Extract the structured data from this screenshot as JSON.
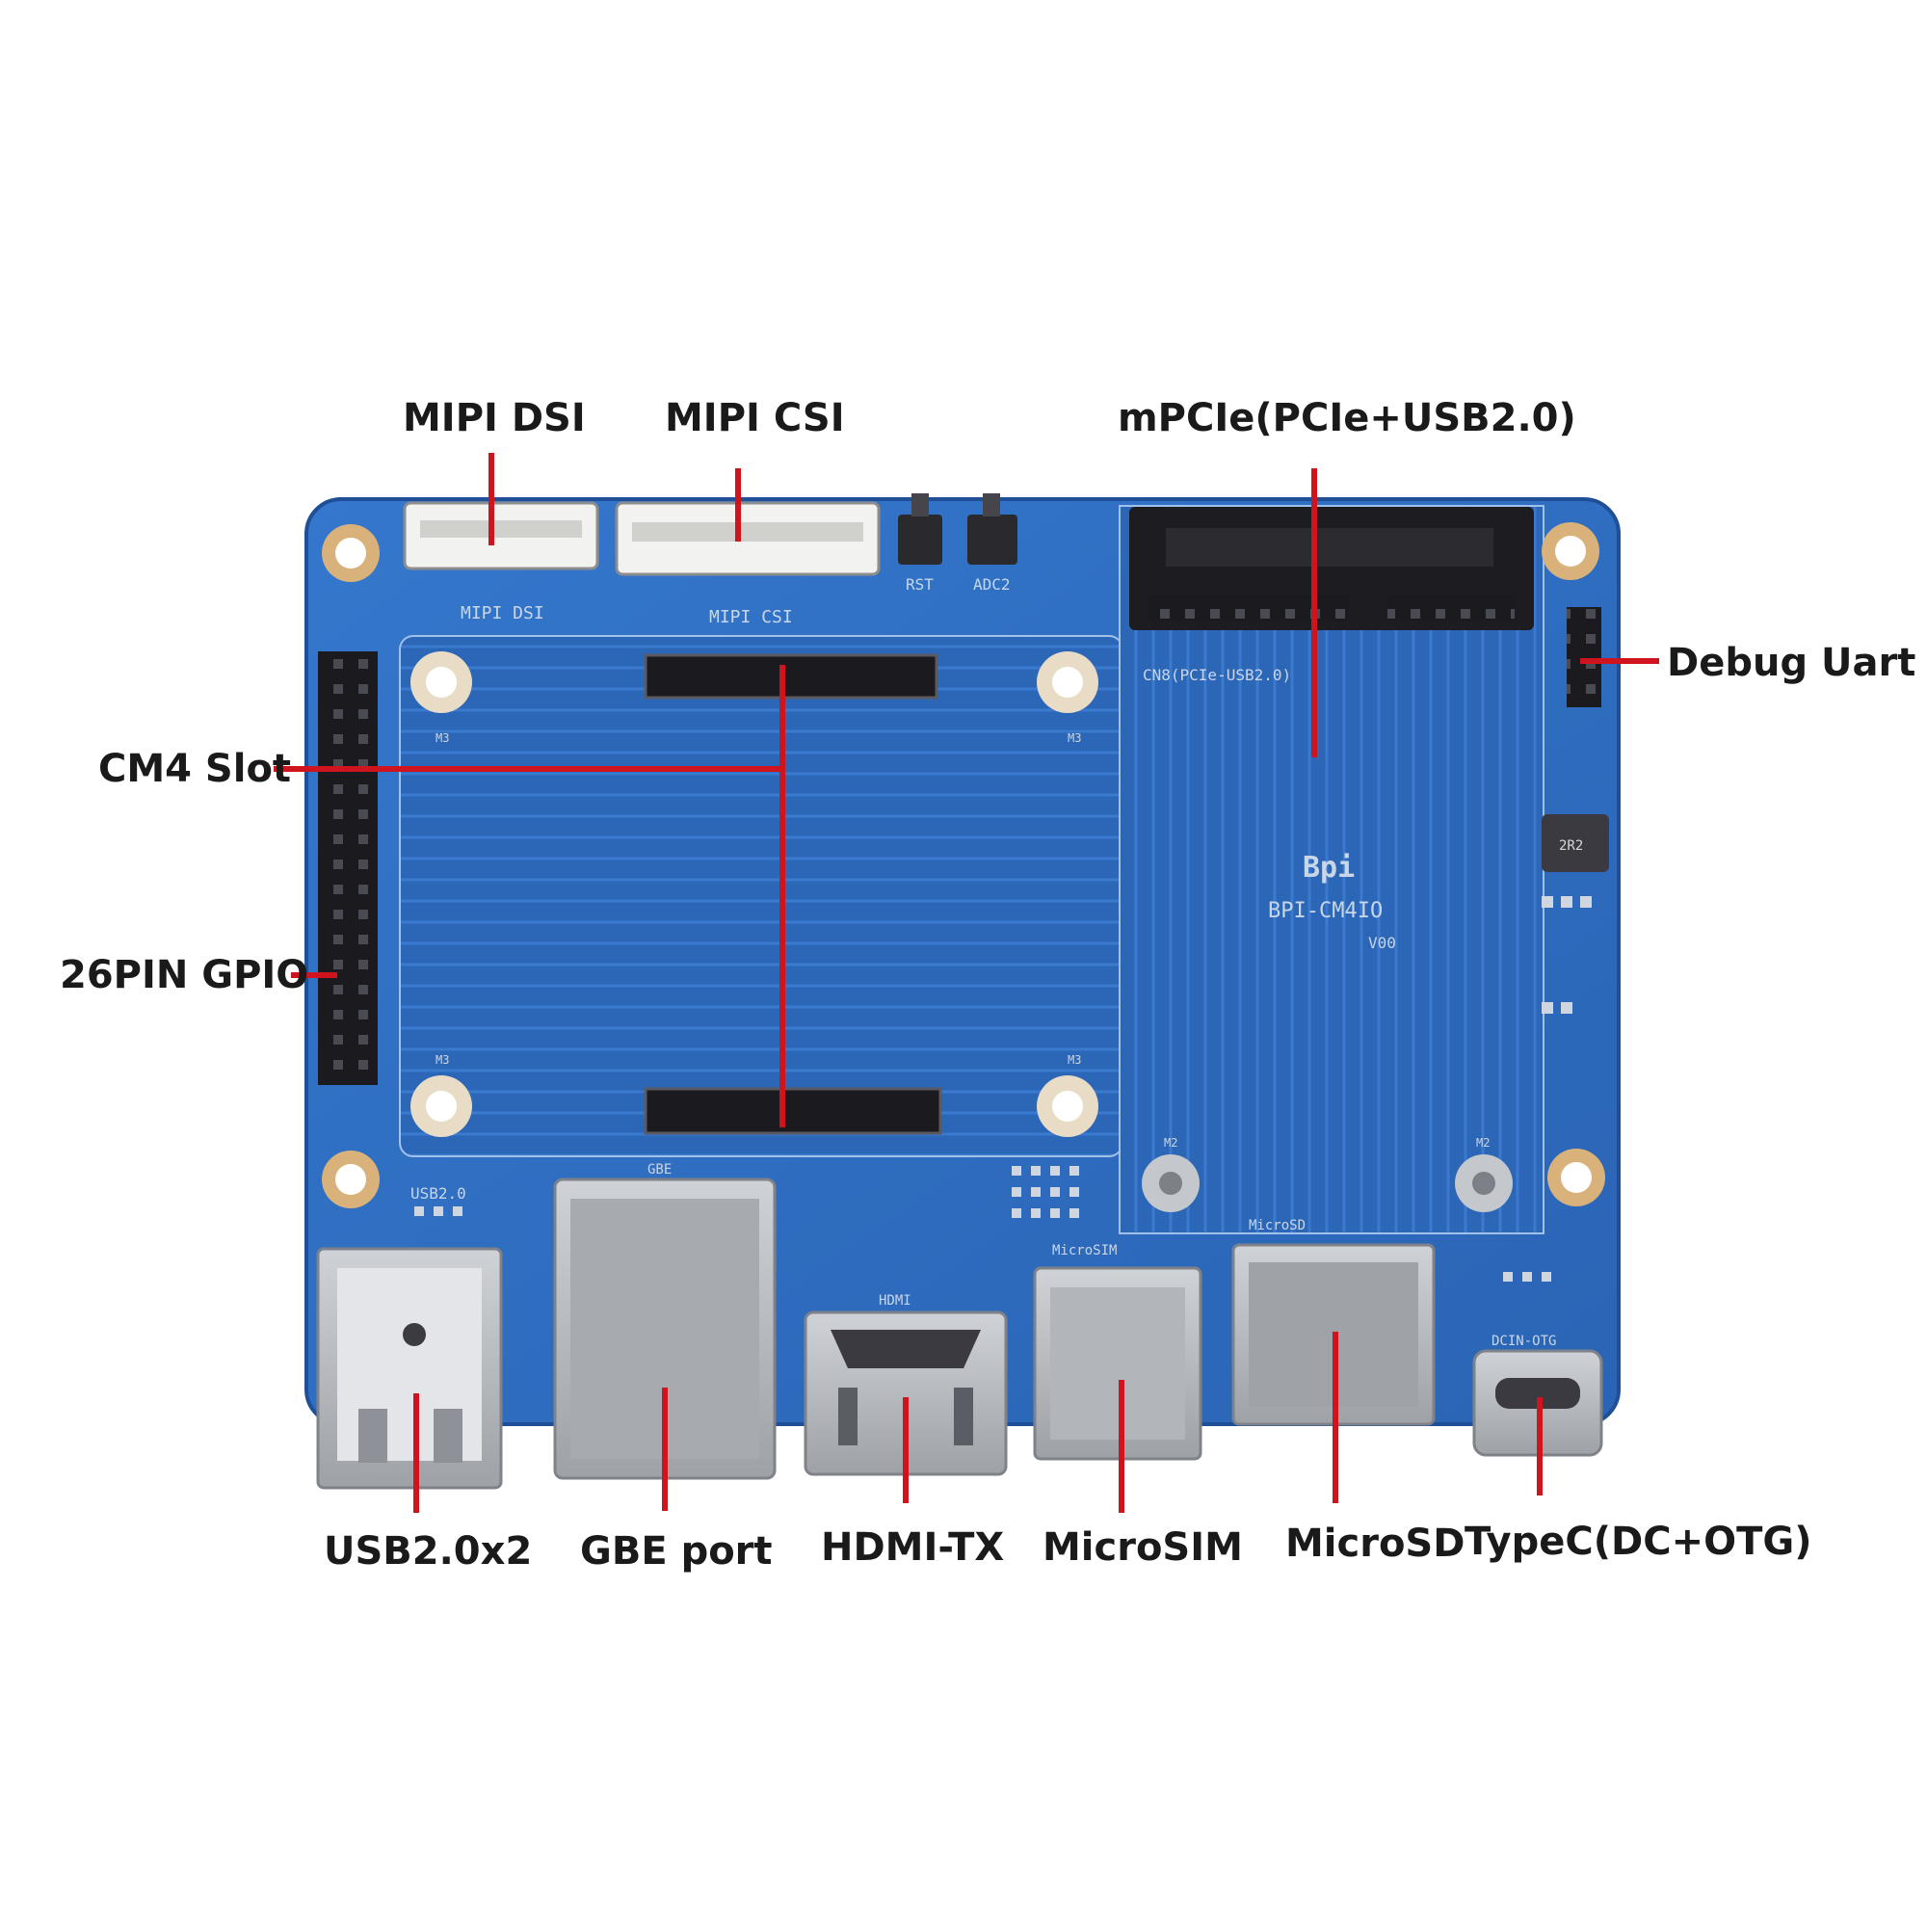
{
  "callouts": {
    "mipi_dsi": "MIPI DSI",
    "mipi_csi": "MIPI CSI",
    "mpcie": "mPCIe(PCIe+USB2.0)",
    "debug_uart": "Debug Uart",
    "cm4_slot": "CM4 Slot",
    "gpio_26pin": "26PIN GPIO",
    "usb2_x2": "USB2.0x2",
    "gbe_port": "GBE port",
    "hdmi_tx": "HDMI-TX",
    "microsim": "MicroSIM",
    "microsd": "MicroSD",
    "typec": "TypeC(DC+OTG)"
  },
  "silkscreen": {
    "mipi_dsi": "MIPI DSI",
    "mipi_csi": "MIPI CSI",
    "rst": "RST",
    "adc2": "ADC2",
    "cn8": "CN8(PCIe-USB2.0)",
    "logo": "Bpi",
    "board_name": "BPI-CM4IO",
    "version": "V00",
    "usb": "USB2.0",
    "gbe": "GBE",
    "hdmi": "HDMI",
    "microsim": "MicroSIM",
    "microsd": "MicroSD",
    "dcin": "DCIN-OTG",
    "m3": "M3",
    "m2": "M2",
    "inductor": "2R2"
  },
  "colors": {
    "board": "#2f6fc4",
    "board_edge": "#1f4f96",
    "callout_line": "#d0141e",
    "metal": "#b9bcc0",
    "connector_dark": "#1e1e22",
    "mount_gold": "#d8b27a"
  }
}
